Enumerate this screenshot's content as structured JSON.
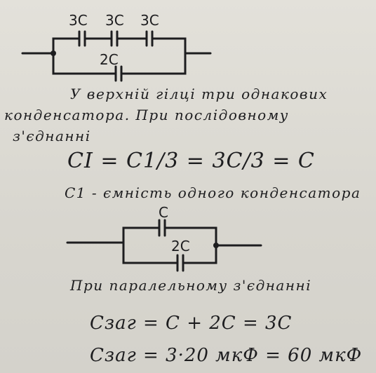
{
  "circuit1": {
    "labels": [
      "3C",
      "3C",
      "3C",
      "2C"
    ]
  },
  "text": {
    "line1": "У верхній гілці три однакових",
    "line2": "конденсатора. При послідовному",
    "line3": "з'єднанні",
    "formula1": "CI = C1/3 = 3C/3 = C",
    "line4": "C1 - ємність одного конденсатора",
    "line5": "При паралельному з'єднанні",
    "formula2": "Cзаг = C + 2C = 3C",
    "formula3": "Cзаг = 3·20 мкФ = 60 мкФ"
  },
  "circuit2": {
    "labels": [
      "C",
      "2C"
    ]
  },
  "colors": {
    "ink": "#1d1d1f",
    "paper": "#dcdad3"
  }
}
